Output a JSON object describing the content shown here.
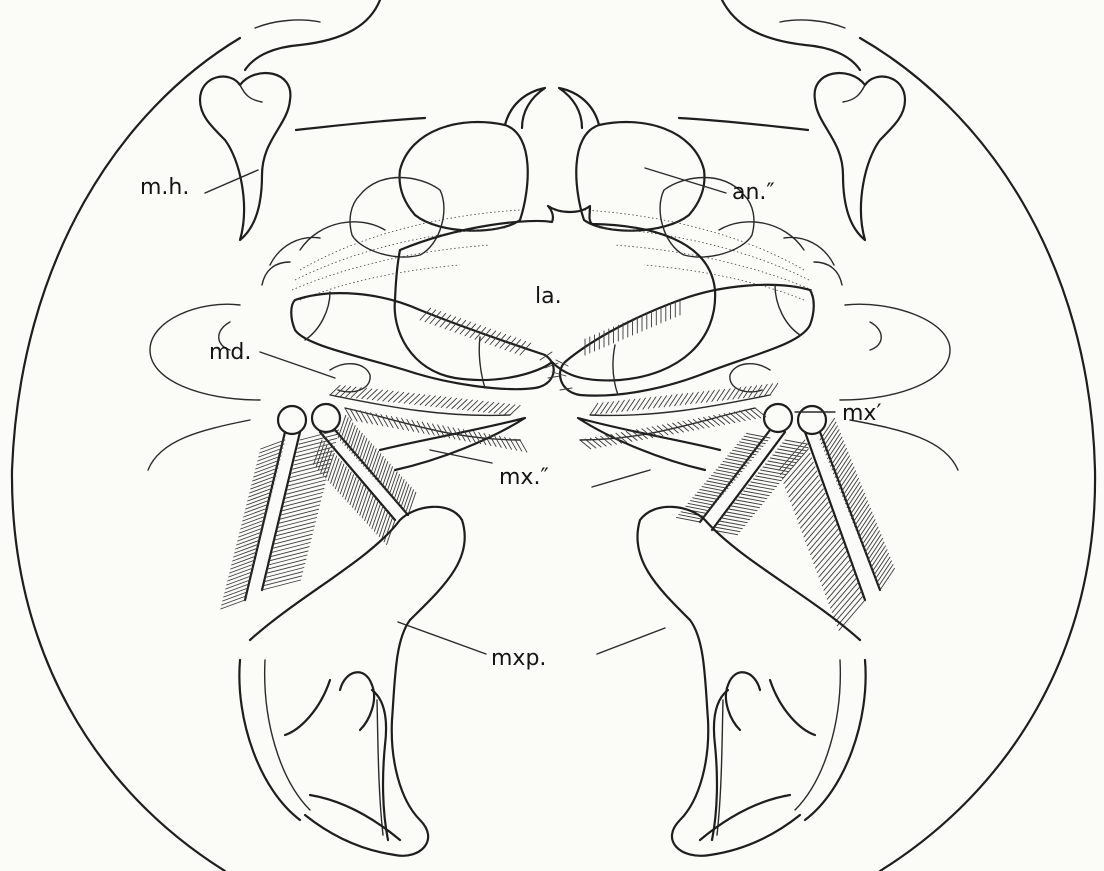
{
  "labels": {
    "mh": "m.h.",
    "an": "an.″",
    "la": "la.",
    "md": "md.",
    "mx1": "mx′",
    "mx2": "mx.″",
    "mxp": "mxp."
  }
}
